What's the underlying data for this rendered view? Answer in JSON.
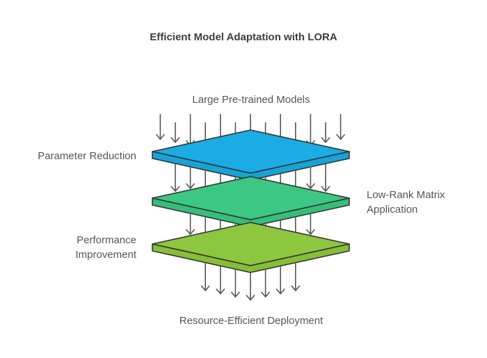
{
  "title": "Efficient Model Adaptation with LORA",
  "labels": {
    "input": "Large Pre-trained Models",
    "output": "Resource-Efficient Deployment",
    "layer1": "Parameter Reduction",
    "layer2": [
      "Low-Rank Matrix",
      "Application"
    ],
    "layer3": [
      "Performance",
      "Improvement"
    ]
  },
  "layers": [
    {
      "name": "Parameter Reduction",
      "color": "#1AACE3",
      "side": "#17A3D8",
      "label_side": "left"
    },
    {
      "name": "Low-Rank Matrix Application",
      "color": "#3CC783",
      "side": "#36BE7B",
      "label_side": "right"
    },
    {
      "name": "Performance Improvement",
      "color": "#8DC63F",
      "side": "#86BE38",
      "label_side": "left"
    }
  ],
  "colors": {
    "outline": "#333333",
    "arrow": "#555555",
    "text": "#555555",
    "title": "#3d3d3d"
  },
  "arrows": {
    "input_count": 13,
    "output_count": 7
  }
}
